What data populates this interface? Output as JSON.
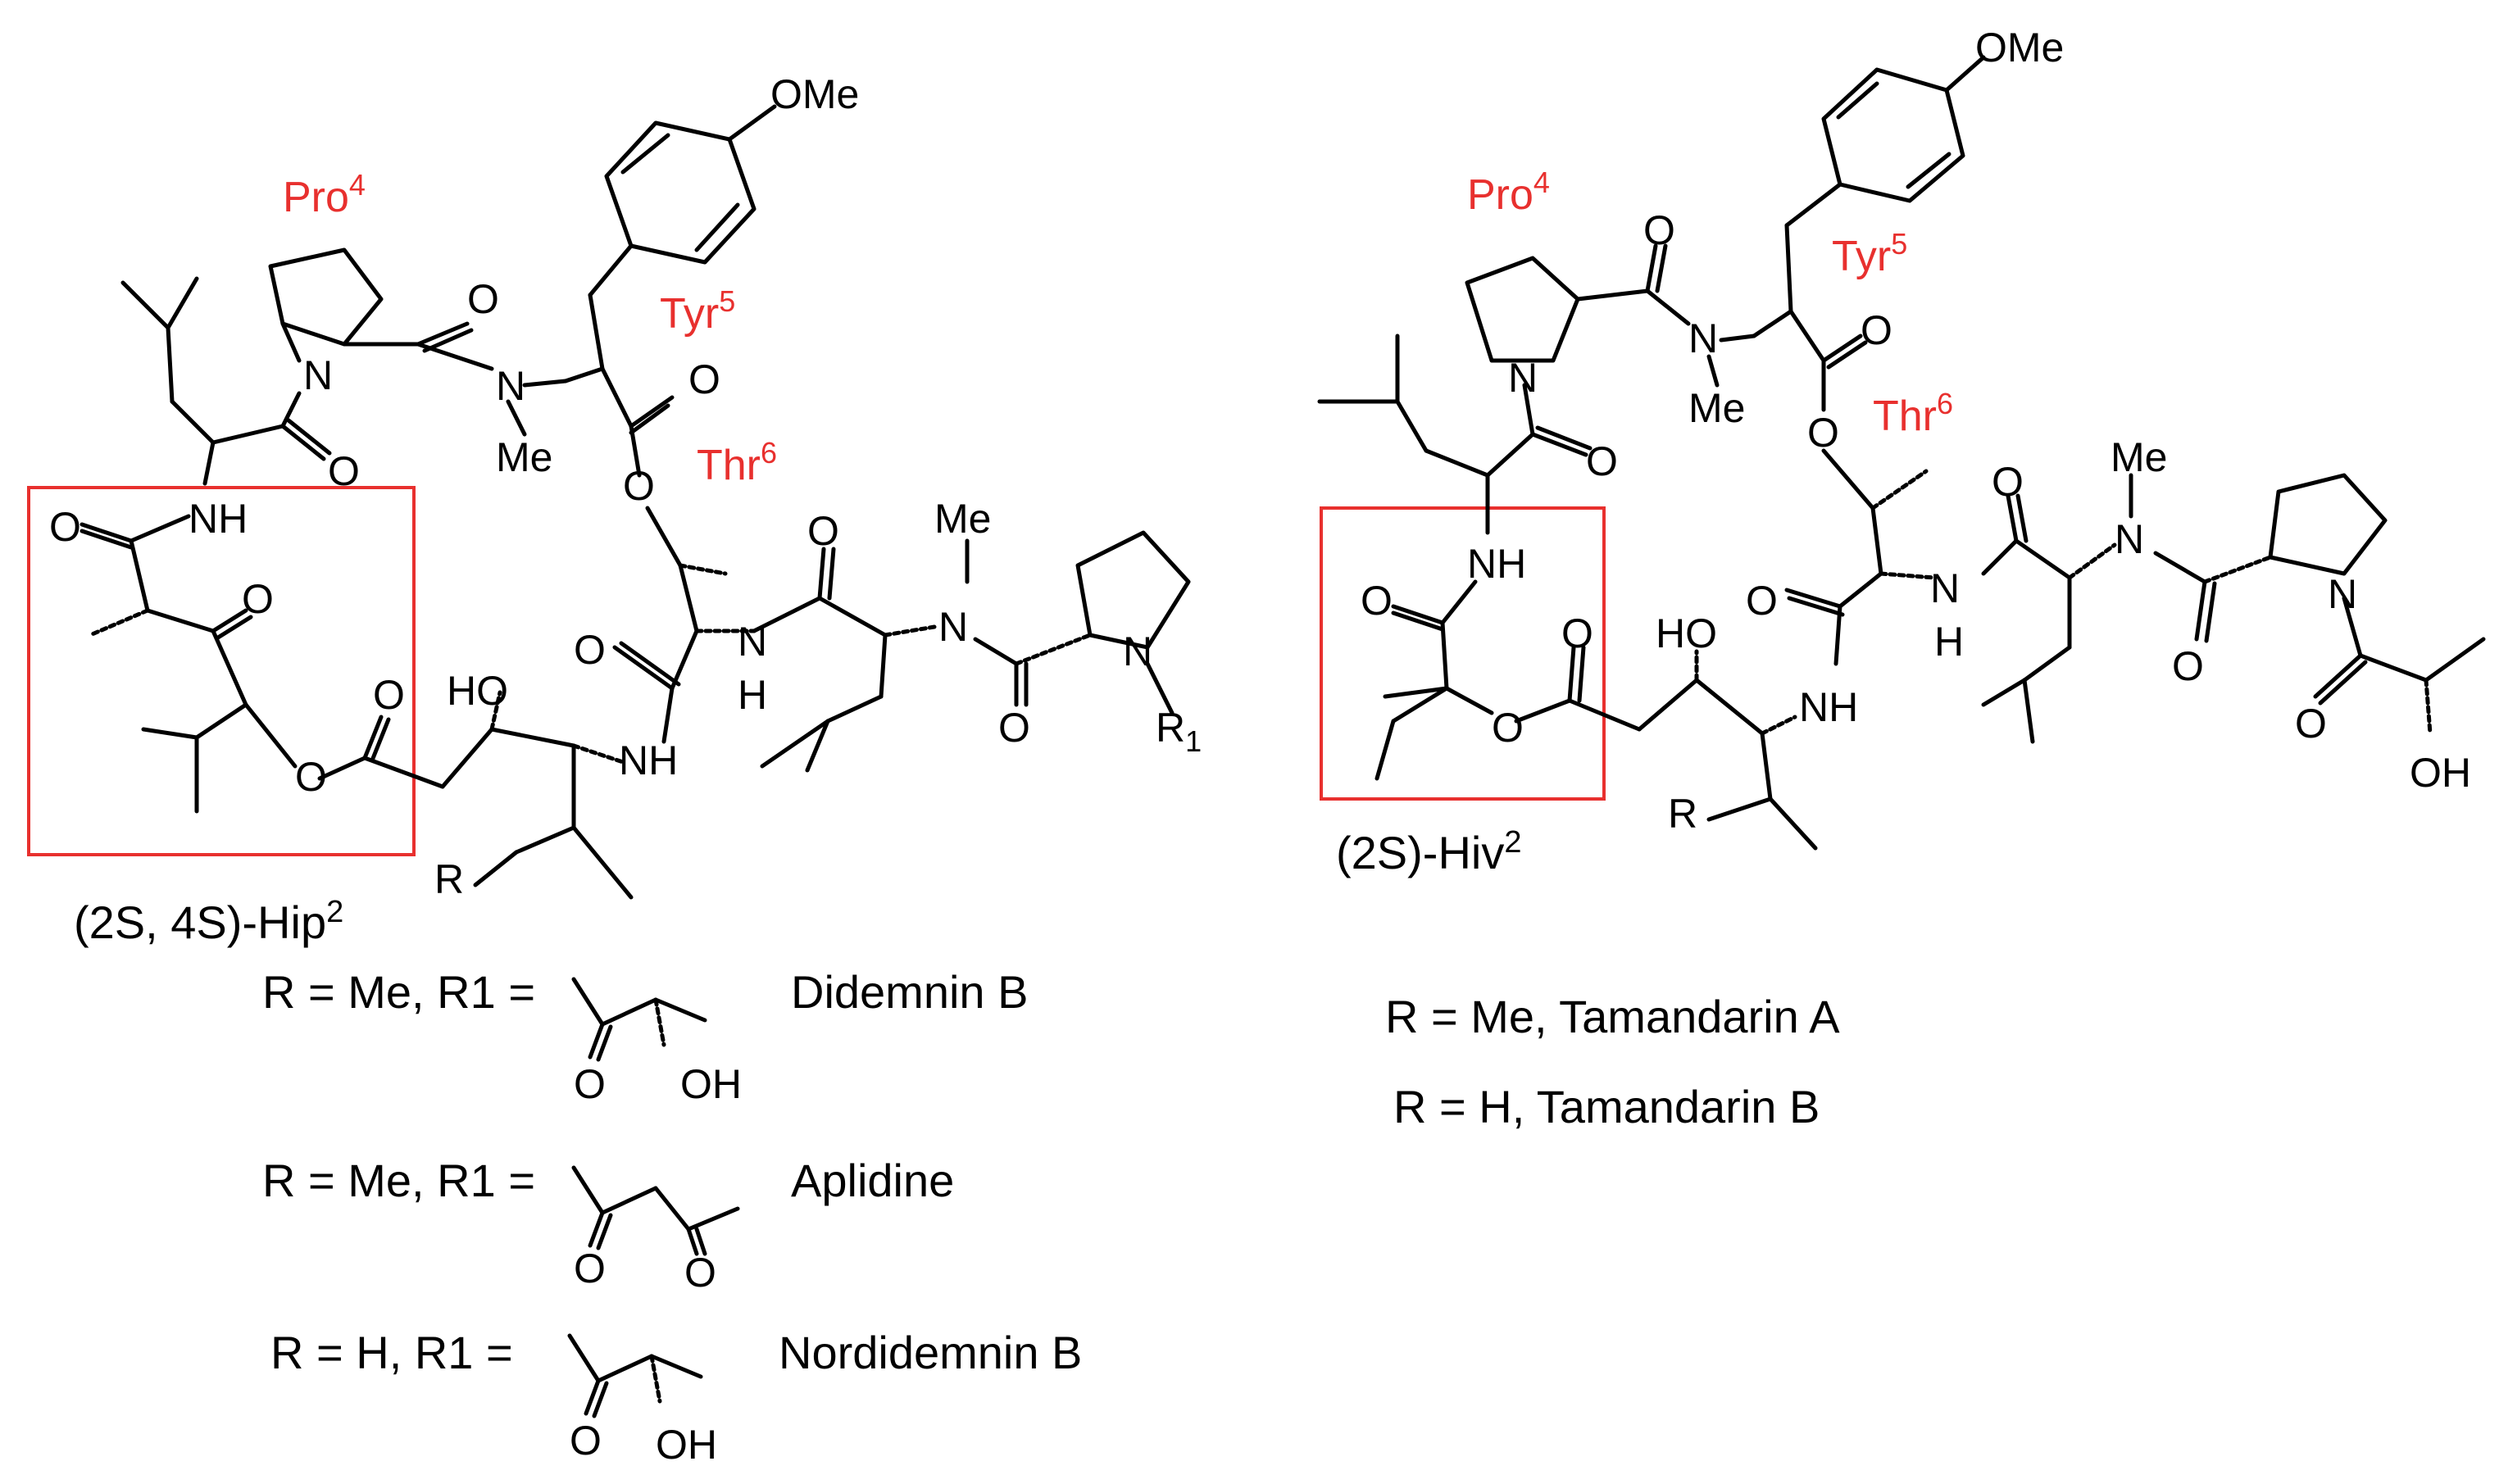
{
  "left": {
    "atoms": {
      "ome": "OMe",
      "nh_top": "NH",
      "o_ketone": "O",
      "o_ester_ring": "O",
      "o_ester_carbonyl": "O",
      "o_pro_c": "O",
      "n_pro": "N",
      "o_pro_amide": "O",
      "n_me_tyr": "N",
      "me_tyr": "Me",
      "o_tyr_c": "O",
      "o_tyr_ester": "O",
      "ho": "HO",
      "nh_thr": "NH",
      "o_thr_amide": "O",
      "nh_leu": "N",
      "h_leu": "H",
      "o_leu_c": "O",
      "n_me": "N",
      "me_n": "Me",
      "o_amide2": "O",
      "n_pro2": "N",
      "r1": "R",
      "r1_sub": "1",
      "r": "R",
      "o_hip_amide": "O"
    },
    "residues": {
      "pro": "Pro",
      "pro_sup": "4",
      "tyr": "Tyr",
      "tyr_sup": "5",
      "thr": "Thr",
      "thr_sup": "6"
    },
    "box_label": "(2S, 4S)-Hip",
    "box_label_sup": "2",
    "variants": [
      {
        "text": "R = Me, R1 =",
        "name": "Didemnin B",
        "o1": "O",
        "oh": "OH"
      },
      {
        "text": "R = Me, R1 =",
        "name": "Aplidine",
        "o1": "O",
        "o2": "O"
      },
      {
        "text": "R = H, R1 =",
        "name": "Nordidemnin B",
        "o1": "O",
        "oh": "OH"
      }
    ]
  },
  "right": {
    "atoms": {
      "ome": "OMe",
      "o_pro_c": "O",
      "n_pro": "N",
      "n_me_tyr": "N",
      "me_tyr": "Me",
      "o_tyr_c": "O",
      "o_tyr_ester": "O",
      "o_leu_c": "O",
      "nh": "NH",
      "o_hiv": "O",
      "o_ester_ring": "O",
      "o_ester_c": "O",
      "ho": "HO",
      "nh_thr": "NH",
      "o_thr": "O",
      "o_amide": "O",
      "n_leu": "N",
      "h_leu": "H",
      "o_leu_amide": "O",
      "me_n": "Me",
      "n_me": "N",
      "o_pro2": "O",
      "n_pro2": "N",
      "o_lac": "O",
      "oh": "OH",
      "r": "R"
    },
    "residues": {
      "pro": "Pro",
      "pro_sup": "4",
      "tyr": "Tyr",
      "tyr_sup": "5",
      "thr": "Thr",
      "thr_sup": "6"
    },
    "box_label": "(2S)-Hiv",
    "box_label_sup": "2",
    "variants": [
      {
        "text": "R = Me, Tamandarin A"
      },
      {
        "text": "R = H, Tamandarin B"
      }
    ]
  },
  "colors": {
    "residue_label": "#e8302e",
    "highlight_box": "#e8302e",
    "bond": "#000000"
  }
}
